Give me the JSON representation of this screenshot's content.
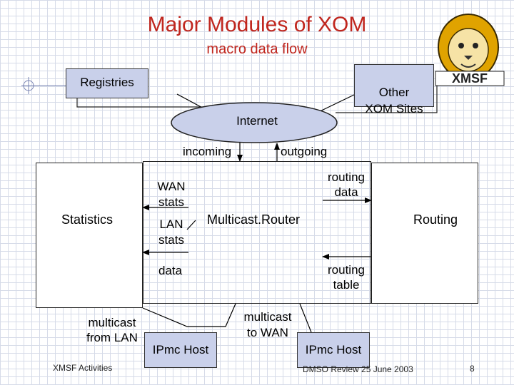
{
  "slide": {
    "title": "Major Modules of XOM",
    "subtitle": "macro data flow",
    "footer_left": "XMSF Activities",
    "footer_center": "DMSO Review 25 June 2003",
    "page_number": "8"
  },
  "nodes": {
    "registries": "Registries",
    "other_xom_sites": "Other\nXOM Sites",
    "internet": "Internet",
    "incoming": "incoming",
    "outgoing": "outgoing",
    "statistics": "Statistics",
    "wan_stats": "WAN\nstats",
    "lan_stats": "LAN\nstats",
    "data": "data",
    "multicast_router": "Multicast.Router",
    "routing_data": "routing\ndata",
    "routing_table": "routing\ntable",
    "routing": "Routing",
    "multicast_from_lan": "multicast\nfrom LAN",
    "multicast_to_wan": "multicast\nto WAN",
    "ipmc_host_left": "IPmc Host",
    "ipmc_host_right": "IPmc Host"
  },
  "logo": {
    "text": "XMSF",
    "icon": "lion-icon"
  }
}
